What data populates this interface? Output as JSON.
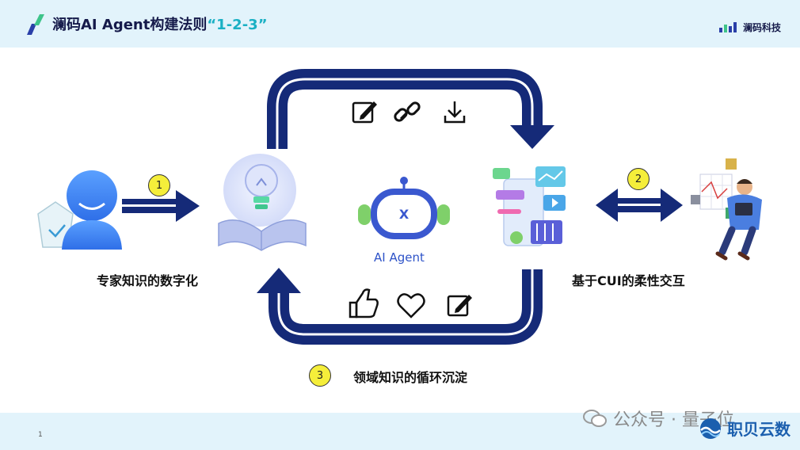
{
  "header": {
    "title_main": "澜码AI Agent构建法则",
    "title_highlight": "“1-2-3”",
    "brand": "澜码科技"
  },
  "steps": [
    {
      "number": "1",
      "label": "专家知识的数字化"
    },
    {
      "number": "2",
      "label": "基于CUI的柔性交互"
    },
    {
      "number": "3",
      "label": "领域知识的循环沉淀"
    }
  ],
  "center": {
    "label": "AI Agent"
  },
  "top_icons": [
    "edit-icon",
    "link-icon",
    "download-icon"
  ],
  "bottom_icons": [
    "thumbs-up-icon",
    "heart-icon",
    "edit-icon"
  ],
  "footer": {
    "page_number": "1",
    "watermark": "公众号 · 量子位",
    "watermark2": "职贝云数"
  },
  "colors": {
    "arrow_navy": "#152a78",
    "accent_cyan": "#1ab0c4",
    "header_bg": "#e2f3fb",
    "badge_yellow": "#f5ee3a"
  }
}
